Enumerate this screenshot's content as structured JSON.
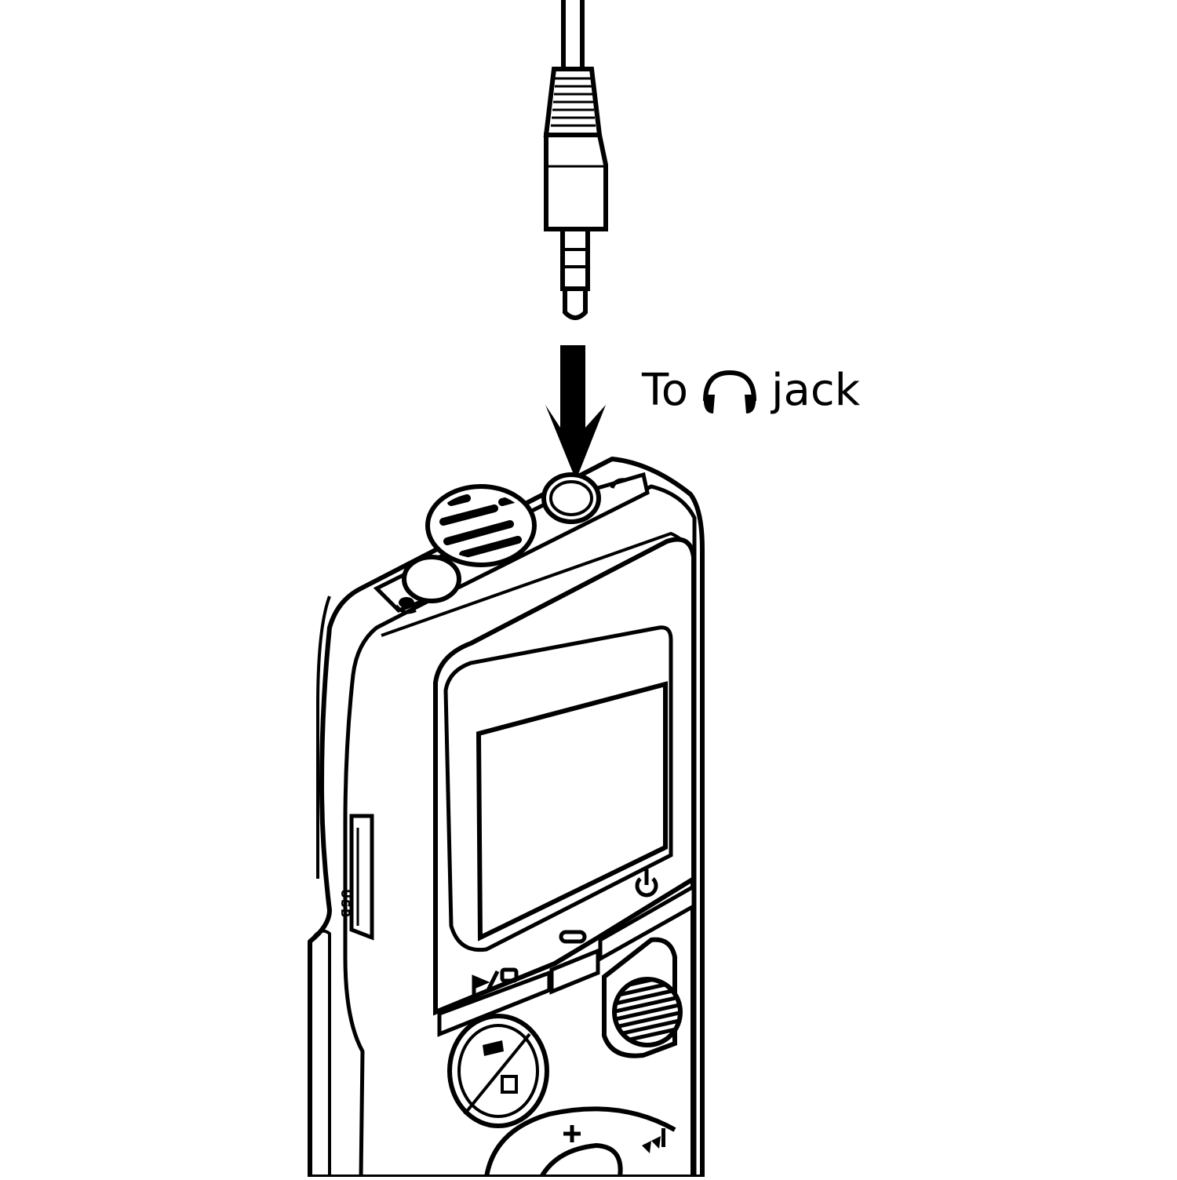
{
  "callout": {
    "prefix": "To",
    "icon": "headphones-icon",
    "suffix": "jack"
  },
  "device": {
    "side_port_label": "USB",
    "button_icons": [
      "flag-repeat-icon",
      "minus-icon",
      "power-icon",
      "folder-index-icon",
      "plus-icon",
      "fast-forward-icon",
      "microphone-icon",
      "headphones-icon"
    ]
  },
  "colors": {
    "ink": "#000000",
    "paper": "#ffffff"
  }
}
